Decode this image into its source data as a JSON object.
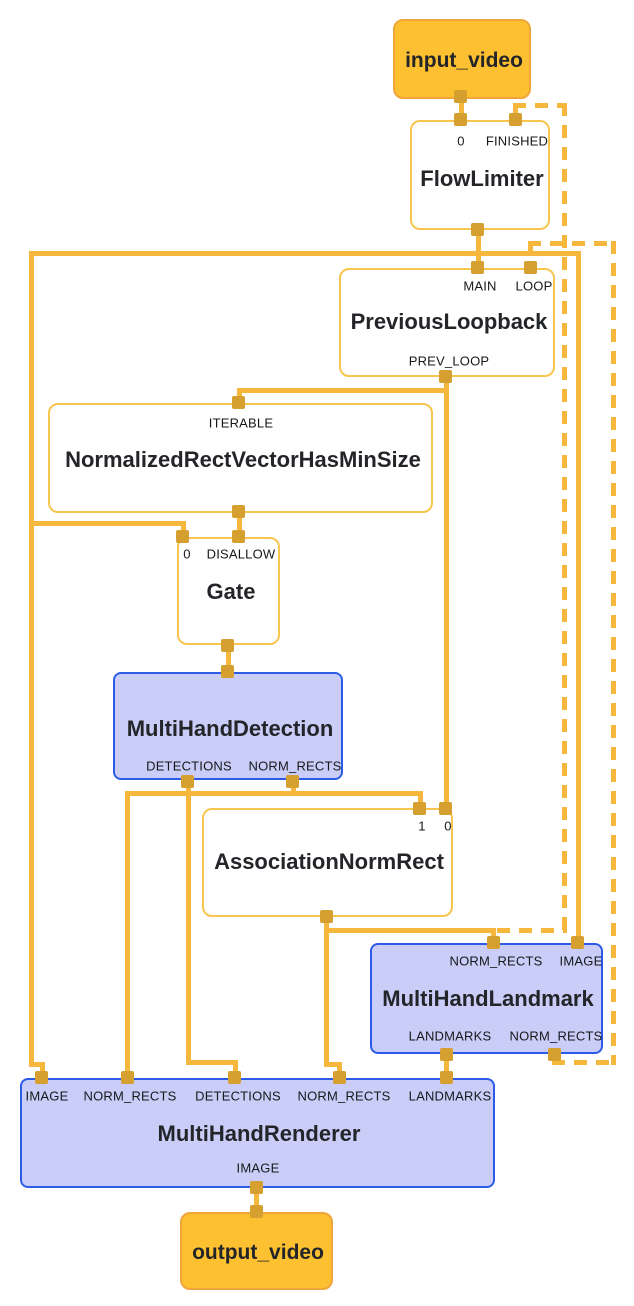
{
  "graph": {
    "streams": {
      "input": {
        "label": "input_video"
      },
      "output": {
        "label": "output_video"
      }
    },
    "nodes": {
      "flow_limiter": {
        "title": "FlowLimiter",
        "inputs": {
          "i0": "0",
          "finished": "FINISHED"
        }
      },
      "previous_loopback": {
        "title": "PreviousLoopback",
        "inputs": {
          "main": "MAIN",
          "loop": "LOOP"
        },
        "outputs": {
          "prev_loop": "PREV_LOOP"
        }
      },
      "normalized_rect_vector_has_min_size": {
        "title": "NormalizedRectVectorHasMinSize",
        "inputs": {
          "iterable": "ITERABLE"
        }
      },
      "gate": {
        "title": "Gate",
        "inputs": {
          "i0": "0",
          "disallow": "DISALLOW"
        }
      },
      "multi_hand_detection": {
        "title": "MultiHandDetection",
        "outputs": {
          "detections": "DETECTIONS",
          "norm_rects": "NORM_RECTS"
        }
      },
      "association_norm_rect": {
        "title": "AssociationNormRect",
        "inputs": {
          "i1": "1",
          "i0": "0"
        }
      },
      "multi_hand_landmark": {
        "title": "MultiHandLandmark",
        "inputs": {
          "norm_rects": "NORM_RECTS",
          "image": "IMAGE"
        },
        "outputs": {
          "landmarks": "LANDMARKS",
          "norm_rects": "NORM_RECTS"
        }
      },
      "multi_hand_renderer": {
        "title": "MultiHandRenderer",
        "inputs": {
          "image": "IMAGE",
          "norm_rects_1": "NORM_RECTS",
          "detections": "DETECTIONS",
          "norm_rects_2": "NORM_RECTS",
          "landmarks": "LANDMARKS"
        },
        "outputs": {
          "image": "IMAGE"
        }
      }
    },
    "colors": {
      "edge": "#F5B83C",
      "port": "#D5A02F",
      "stream_fill": "#FDC030",
      "stream_border": "#F0A63C",
      "calculator_border": "#F8C64F",
      "subgraph_fill": "#C9CDF8",
      "subgraph_border": "#2C5BE8",
      "text": "#202124"
    }
  }
}
